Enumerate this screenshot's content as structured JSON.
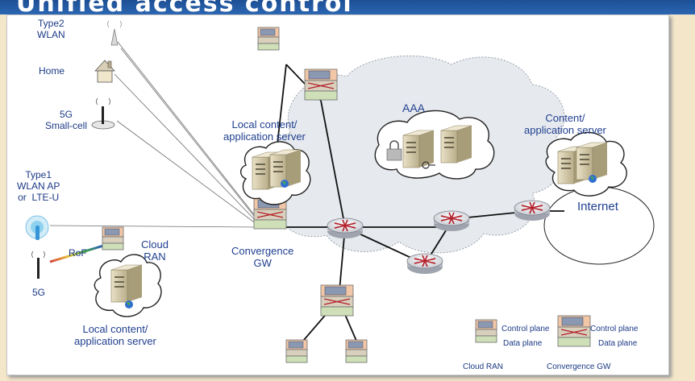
{
  "title": "Unified access control",
  "labels": {
    "type2_wlan": "Type2\nWLAN",
    "home": "Home",
    "small_cell": "5G\nSmall-cell",
    "type1": "Type1\nWLAN AP\nor  LTE-U",
    "fiveg": "5G",
    "rof": "RoF",
    "cloud_ran": "Cloud\nRAN",
    "local_content_top": "Local content/\napplication server",
    "local_content_bottom": "Local content/\napplication server",
    "convergence_gw": "Convergence\nGW",
    "aaa": "AAA",
    "content_server": "Content/\napplication server",
    "internet": "Internet"
  },
  "legend": {
    "control_plane_1": "Control plane",
    "data_plane_1": "Data plane",
    "cloud_ran": "Cloud RAN",
    "control_plane_2": "Control plane",
    "data_plane_2": "Data plane",
    "convergence_gw": "Convergence GW"
  },
  "colors": {
    "background": "#f3e6c9",
    "title_bar": "#1d4f93",
    "label_text": "#1f3f8f",
    "cloud_fill": "#e6e9ee",
    "router_red": "#b3202a"
  }
}
